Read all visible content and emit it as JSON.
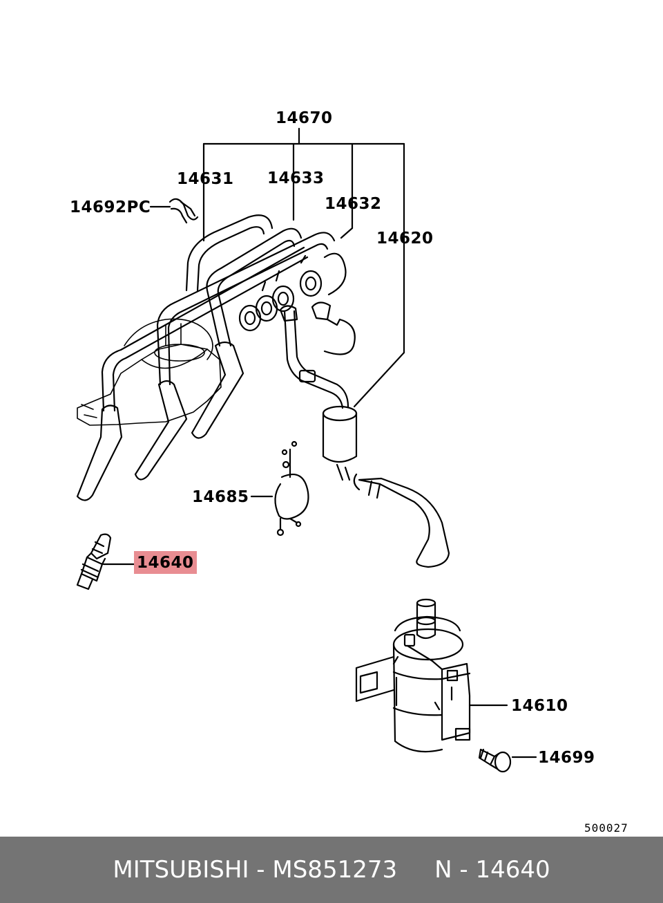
{
  "diagram": {
    "labels": {
      "assembly": "14670",
      "cable_1": "14631",
      "cable_3": "14633",
      "cable_2": "14632",
      "clip": "14692PC",
      "coil_cable": "14620",
      "gasket": "14685",
      "spark_plug": "14640",
      "ignition_coil": "14610",
      "bolt": "14699"
    },
    "drawing_code": "500027",
    "highlight_color": "#e88d92"
  },
  "footer": {
    "brand": "MITSUBISHI",
    "sep1": " - ",
    "part_number": "MS851273",
    "gap": "     ",
    "position": "N - 14640",
    "background": "#747474"
  }
}
